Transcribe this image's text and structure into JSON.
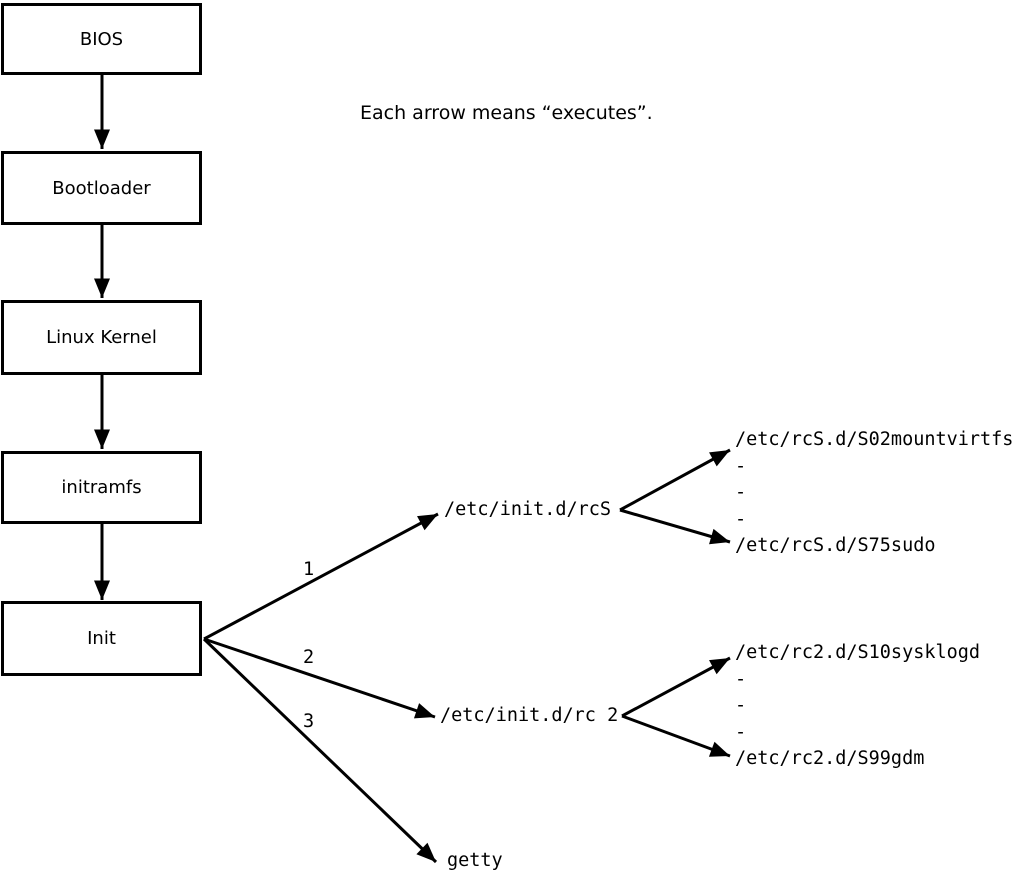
{
  "caption": "Each arrow means “executes”.",
  "boxes": [
    {
      "label": "BIOS"
    },
    {
      "label": "Bootloader"
    },
    {
      "label": "Linux Kernel"
    },
    {
      "label": "initramfs"
    },
    {
      "label": "Init"
    }
  ],
  "init_children": [
    {
      "num": "1",
      "label": "/etc/init.d/rcS"
    },
    {
      "num": "2",
      "label": "/etc/init.d/rc 2"
    },
    {
      "num": "3",
      "label": "getty"
    }
  ],
  "fans": [
    {
      "items": [
        "/etc/rcS.d/S02mountvirtfs",
        "-",
        "-",
        "-",
        "/etc/rcS.d/S75sudo"
      ]
    },
    {
      "items": [
        "/etc/rc2.d/S10sysklogd",
        "-",
        "-",
        "-",
        "/etc/rc2.d/S99gdm"
      ]
    }
  ],
  "line_color": "#000000"
}
